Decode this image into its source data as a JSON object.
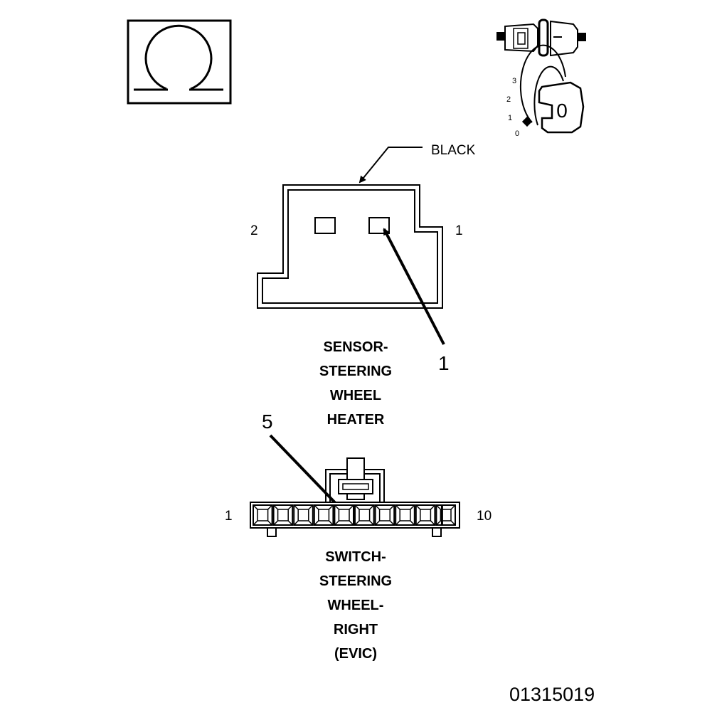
{
  "ohm_symbol": {
    "glyph": "Ω",
    "icon": "ohmmeter-icon"
  },
  "ignition": {
    "icon": "ignition-key-icon",
    "key_label": "0",
    "positions": [
      "3",
      "2",
      "1",
      "0"
    ]
  },
  "sensor_connector": {
    "color_label": "BLACK",
    "pin_left": "2",
    "pin_right": "1",
    "callout": "1",
    "name_lines": [
      "SENSOR-",
      "STEERING",
      "WHEEL",
      "HEATER"
    ]
  },
  "switch_connector": {
    "callout": "5",
    "pin_left": "1",
    "pin_right": "10",
    "cavity_count": 10,
    "name_lines": [
      "SWITCH-",
      "STEERING",
      "WHEEL-",
      "RIGHT",
      "(EVIC)"
    ]
  },
  "figure_number": "01315019"
}
